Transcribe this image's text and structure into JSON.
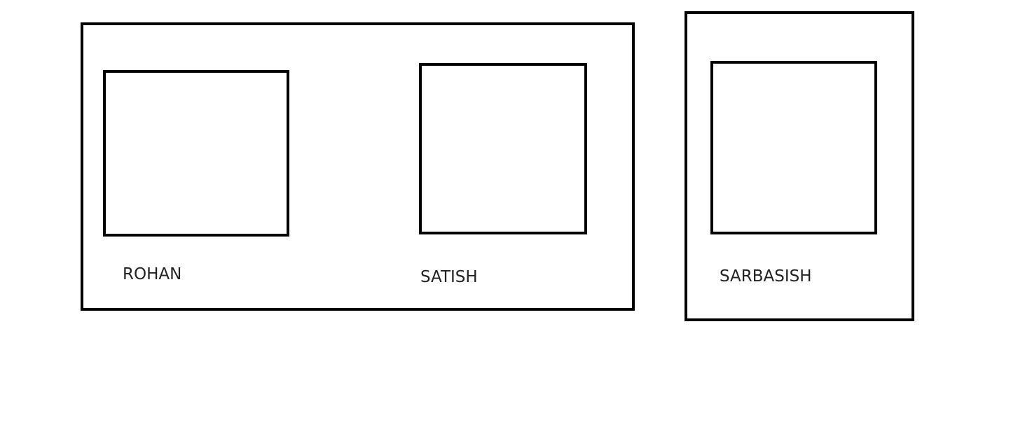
{
  "diagram": {
    "group": {
      "members": [
        {
          "id": "rohan",
          "name": "ROHAN"
        },
        {
          "id": "satish",
          "name": "SATISH"
        }
      ]
    },
    "single": {
      "members": [
        {
          "id": "sarbasish",
          "name": "SARBASISH"
        }
      ]
    },
    "colors": {
      "stroke": "#000000",
      "text": "#222222",
      "background": "#ffffff"
    }
  }
}
